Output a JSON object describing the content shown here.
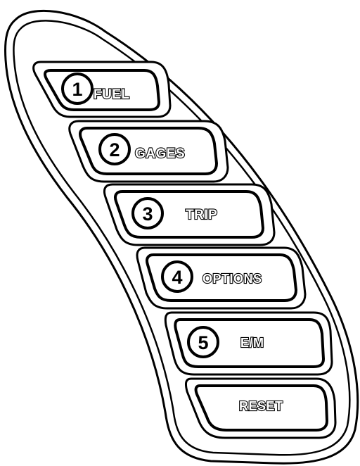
{
  "panel": {
    "buttons": [
      {
        "number": "1",
        "label": "FUEL"
      },
      {
        "number": "2",
        "label": "GAGES"
      },
      {
        "number": "3",
        "label": "TRIP"
      },
      {
        "number": "4",
        "label": "OPTIONS"
      },
      {
        "number": "5",
        "label": "E/M"
      },
      {
        "number": "",
        "label": "RESET"
      }
    ]
  },
  "colors": {
    "ink": "#000000",
    "paper": "#ffffff"
  }
}
